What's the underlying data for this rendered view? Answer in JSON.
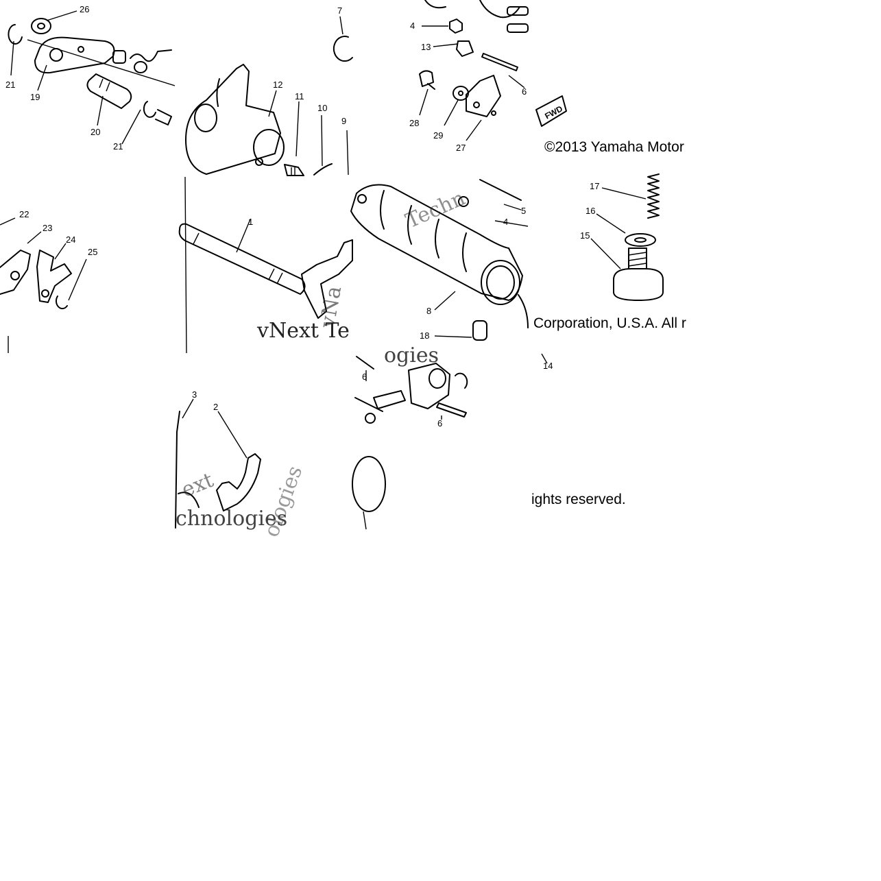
{
  "callouts": [
    "26",
    "21",
    "19",
    "20",
    "21",
    "7",
    "12",
    "11",
    "10",
    "9",
    "4",
    "13",
    "6",
    "28",
    "29",
    "27",
    "22",
    "23",
    "24",
    "25",
    "1",
    "5",
    "4",
    "8",
    "18",
    "17",
    "16",
    "15",
    "14",
    "3",
    "2",
    "6",
    "6"
  ],
  "copyright": {
    "line1": "©2013 Yamaha Motor",
    "line2": "Corporation, U.S.A. All r",
    "line3": "ights reserved."
  },
  "fwd_label": "FWD",
  "watermarks": [
    "vNext Te",
    "Techn",
    "ogies",
    "ext",
    "chnologies",
    "ologies",
    "vNa"
  ]
}
